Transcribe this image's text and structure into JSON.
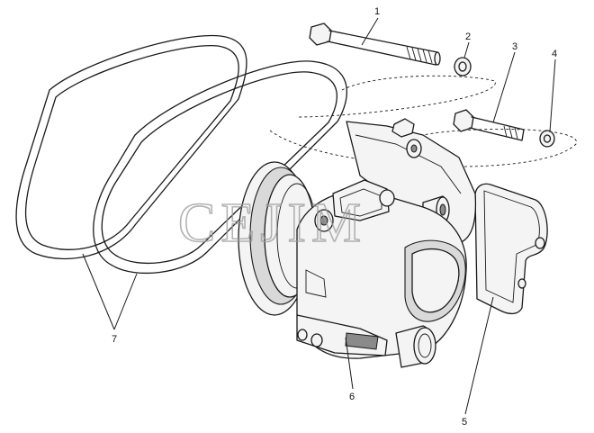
{
  "watermark": "CEJIM",
  "callouts": {
    "c1": "1",
    "c2": "2",
    "c3": "3",
    "c4": "4",
    "c5": "5",
    "c6": "6",
    "c7": "7"
  }
}
